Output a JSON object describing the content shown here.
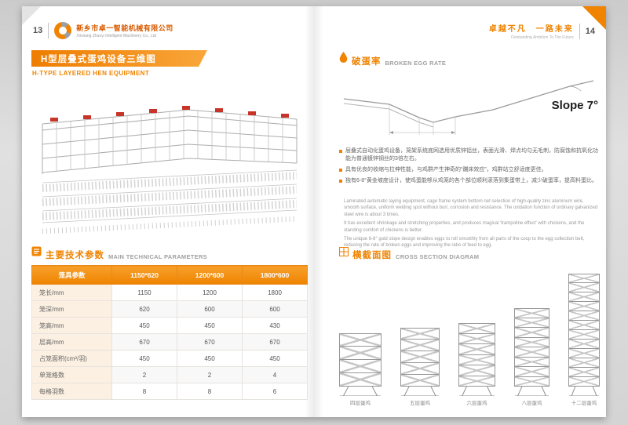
{
  "colors": {
    "brand_orange": "#f08300",
    "accent_red": "#c9342a",
    "text_gray": "#666666"
  },
  "header": {
    "left_page_number": "13",
    "company_cn": "新乡市卓一智能机械有限公司",
    "company_en": "Xinxiang Zhuoyi Intelligent Machinery Co., Ltd",
    "slogan_cn": "卓越不凡　一路未来",
    "slogan_en": "Outstanding Ambition To The Future",
    "right_page_number": "14"
  },
  "left_page": {
    "banner_cn": "H型层叠式蛋鸡设备三维图",
    "banner_en": "H-TYPE LAYERED HEN EQUIPMENT",
    "params": {
      "title_cn": "主要技术参数",
      "title_en": "MAIN TECHNICAL PARAMETERS",
      "table": {
        "headers": [
          "笼具参数",
          "1150*620",
          "1200*600",
          "1800*600"
        ],
        "rows": [
          {
            "label": "笼长/mm",
            "values": [
              "1150",
              "1200",
              "1800"
            ]
          },
          {
            "label": "笼深/mm",
            "values": [
              "620",
              "600",
              "600"
            ]
          },
          {
            "label": "笼高/mm",
            "values": [
              "450",
              "450",
              "430"
            ]
          },
          {
            "label": "层高/mm",
            "values": [
              "670",
              "670",
              "670"
            ]
          },
          {
            "label": "占笼面积(cm²/羽)",
            "values": [
              "450",
              "450",
              "450"
            ]
          },
          {
            "label": "单笼格数",
            "values": [
              "2",
              "2",
              "4"
            ]
          },
          {
            "label": "每格羽数",
            "values": [
              "8",
              "8",
              "6"
            ]
          }
        ]
      }
    }
  },
  "right_page": {
    "broken_egg": {
      "title_cn": "破蛋率",
      "title_en": "BROKEN EGG RATE",
      "slope_label": "Slope 7°",
      "bullets_cn": [
        "层叠式自动化蛋鸡设备，笼架系统底网选用优质锌铝丝，表面光滑、焊点均匀无毛刺，防腐蚀和抗氧化功能为普通镀锌钢丝的3倍左右。",
        "具有优良的收缩与拉伸性能，与鸡群产生神奇的“蹦床效应”，鸡群站立舒适度更佳。",
        "独有6-8°黄金坡度设计，使鸡蛋能够从鸡笼的各个部位顺利滚落到集蛋带上，减少破蛋率，提高料蛋比。"
      ],
      "paragraphs_en": [
        "Laminated automatic laying equipment, cage frame system bottom net selection of high-quality zinc aluminum wire, smooth surface, uniform welding spot without burr, corrosion and resistance. The oxidation function of ordinary galvanized steel wire is about 3 times.",
        "It has excellent shrinkage and stretching properties, and produces magical 'trampoline effect' with chickens, and the standing comfort of chickens is better.",
        "The unique 6-8° gold slope design enables eggs to roll smoothly from all parts of the coop to the egg collection belt, reducing the rate of broken eggs and improving the ratio of feed to egg."
      ]
    },
    "cross_section": {
      "title_cn": "横截面图",
      "title_en": "CROSS SECTION DIAGRAM",
      "units": [
        {
          "tiers": 4,
          "label": "四层蛋鸡"
        },
        {
          "tiers": 5,
          "label": "五层蛋鸡"
        },
        {
          "tiers": 6,
          "label": "六层蛋鸡"
        },
        {
          "tiers": 8,
          "label": "八层蛋鸡"
        },
        {
          "tiers": 12,
          "label": "十二层蛋鸡"
        }
      ]
    }
  },
  "icons": {
    "logo": "company-logo",
    "broken_egg": "droplet-icon",
    "parameters": "hand-list-icon",
    "cross_section": "grid-icon"
  }
}
